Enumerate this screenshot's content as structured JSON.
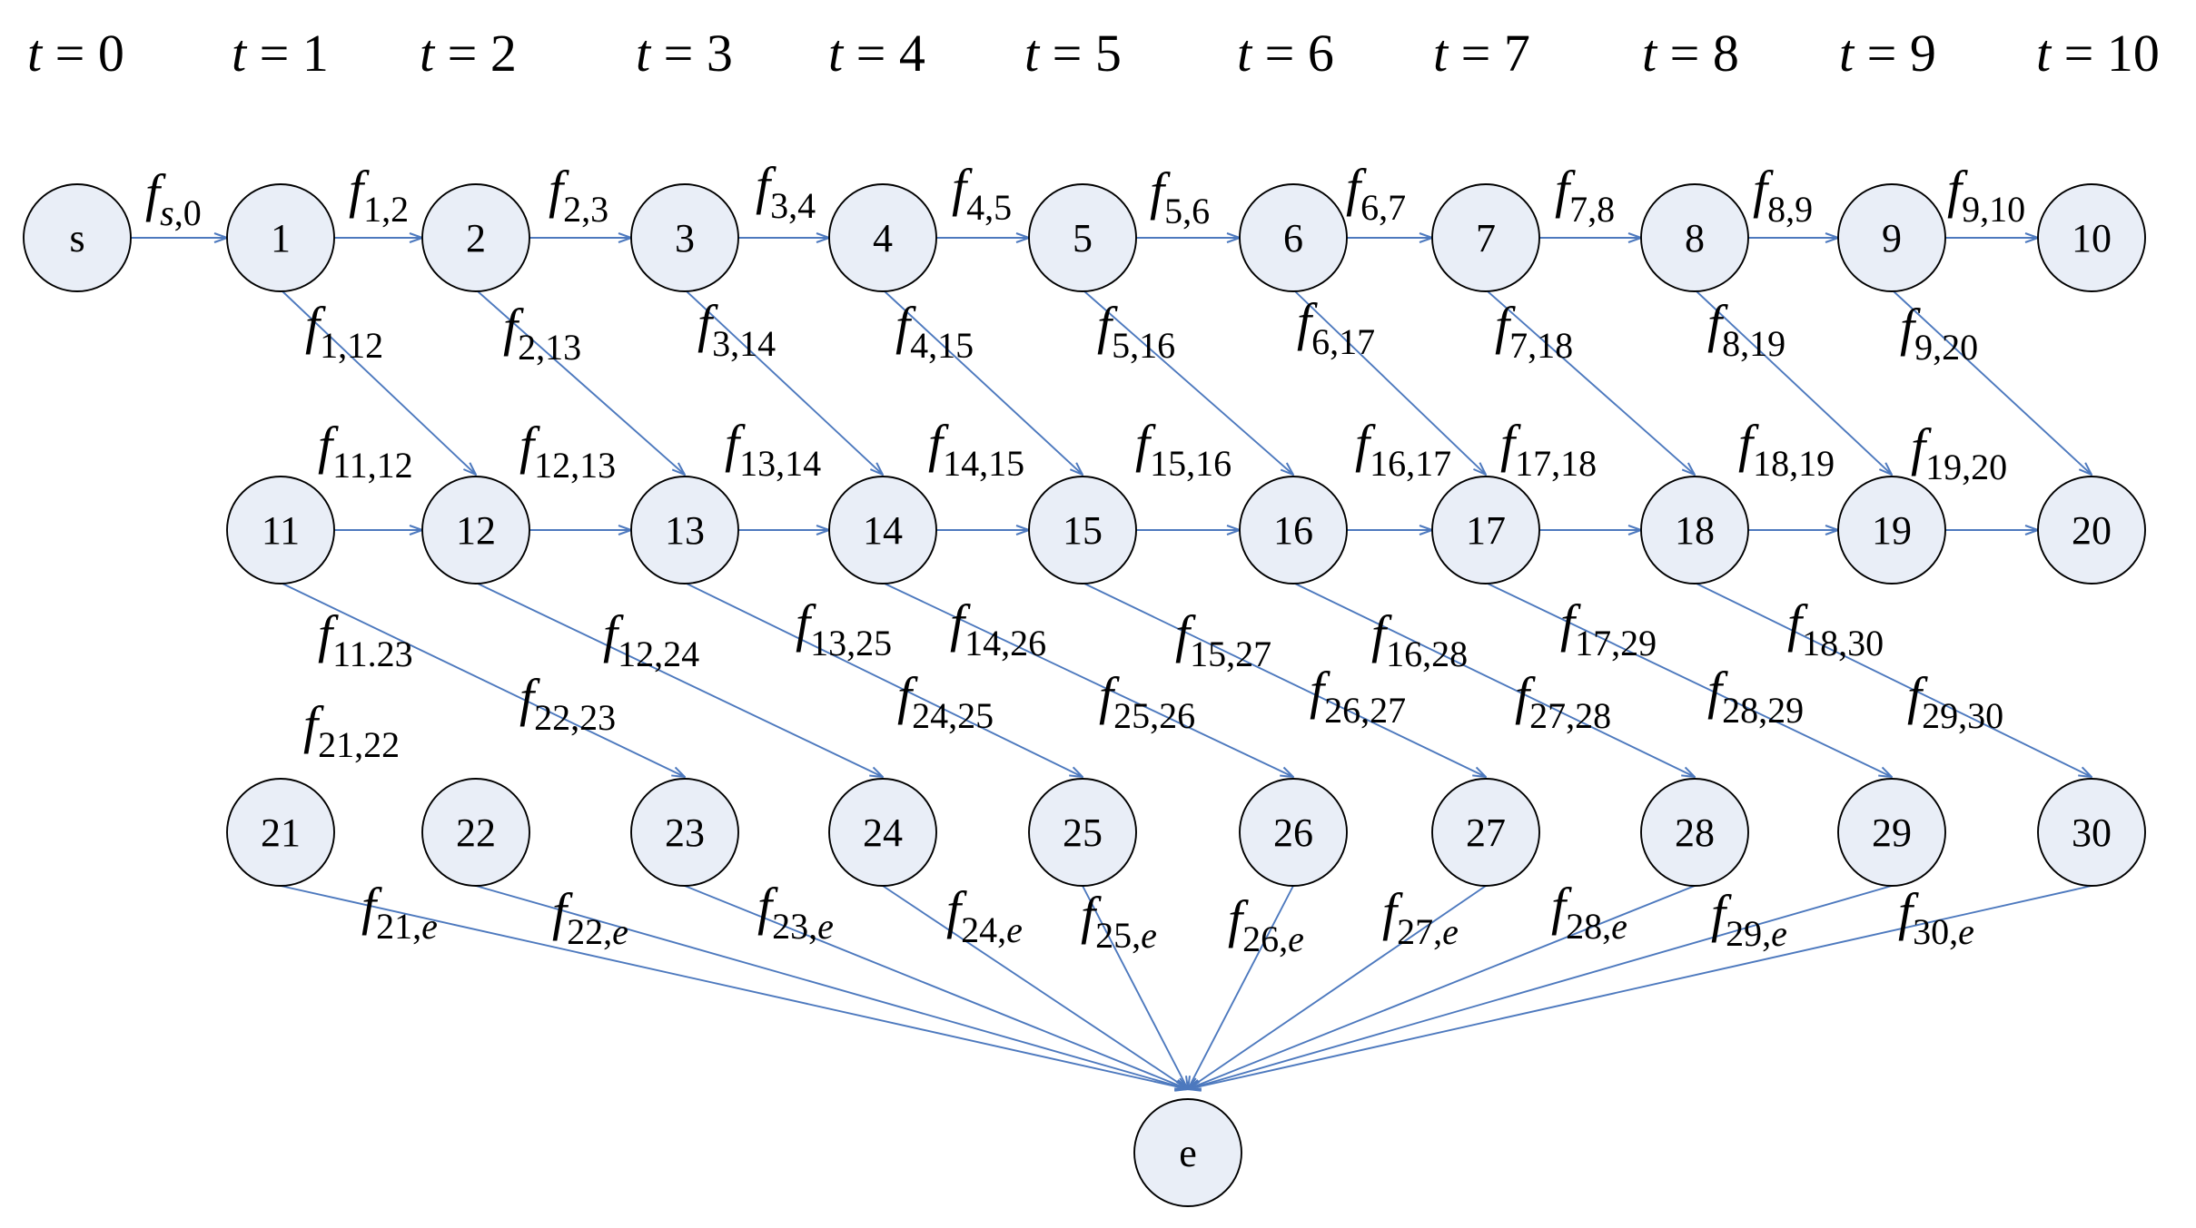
{
  "colors": {
    "node_fill": "#e9eef7",
    "node_stroke": "#000000",
    "edge": "#4d79be"
  },
  "time_labels": [
    {
      "var": "t",
      "op": "=",
      "val": "0"
    },
    {
      "var": "t",
      "op": "=",
      "val": "1"
    },
    {
      "var": "t",
      "op": "=",
      "val": "2"
    },
    {
      "var": "t",
      "op": "=",
      "val": "3"
    },
    {
      "var": "t",
      "op": "=",
      "val": "4"
    },
    {
      "var": "t",
      "op": "=",
      "val": "5"
    },
    {
      "var": "t",
      "op": "=",
      "val": "6"
    },
    {
      "var": "t",
      "op": "=",
      "val": "7"
    },
    {
      "var": "t",
      "op": "=",
      "val": "8"
    },
    {
      "var": "t",
      "op": "=",
      "val": "9"
    },
    {
      "var": "t",
      "op": "=",
      "val": "10"
    }
  ],
  "nodes": [
    "s",
    "1",
    "2",
    "3",
    "4",
    "5",
    "6",
    "7",
    "8",
    "9",
    "10",
    "11",
    "12",
    "13",
    "14",
    "15",
    "16",
    "17",
    "18",
    "19",
    "20",
    "21",
    "22",
    "23",
    "24",
    "25",
    "26",
    "27",
    "28",
    "29",
    "30",
    "e"
  ],
  "edges": [
    {
      "from": "s",
      "to": "1",
      "label": [
        [
          "s",
          1
        ],
        [
          ",0",
          0
        ]
      ]
    },
    {
      "from": "1",
      "to": "2",
      "label": [
        [
          "1,2",
          0
        ]
      ]
    },
    {
      "from": "2",
      "to": "3",
      "label": [
        [
          "2,3",
          0
        ]
      ]
    },
    {
      "from": "3",
      "to": "4",
      "label": [
        [
          "3,4",
          0
        ]
      ]
    },
    {
      "from": "4",
      "to": "5",
      "label": [
        [
          "4,5",
          0
        ]
      ]
    },
    {
      "from": "5",
      "to": "6",
      "label": [
        [
          "5,6",
          0
        ]
      ]
    },
    {
      "from": "6",
      "to": "7",
      "label": [
        [
          "6,7",
          0
        ]
      ]
    },
    {
      "from": "7",
      "to": "8",
      "label": [
        [
          "7,8",
          0
        ]
      ]
    },
    {
      "from": "8",
      "to": "9",
      "label": [
        [
          "8,9",
          0
        ]
      ]
    },
    {
      "from": "9",
      "to": "10",
      "label": [
        [
          "9,10",
          0
        ]
      ]
    },
    {
      "from": "1",
      "to": "12",
      "label": [
        [
          "1,12",
          0
        ]
      ]
    },
    {
      "from": "2",
      "to": "13",
      "label": [
        [
          "2,13",
          0
        ]
      ]
    },
    {
      "from": "3",
      "to": "14",
      "label": [
        [
          "3,14",
          0
        ]
      ]
    },
    {
      "from": "4",
      "to": "15",
      "label": [
        [
          "4,15",
          0
        ]
      ]
    },
    {
      "from": "5",
      "to": "16",
      "label": [
        [
          "5,16",
          0
        ]
      ]
    },
    {
      "from": "6",
      "to": "17",
      "label": [
        [
          "6,17",
          0
        ]
      ]
    },
    {
      "from": "7",
      "to": "18",
      "label": [
        [
          "7,18",
          0
        ]
      ]
    },
    {
      "from": "8",
      "to": "19",
      "label": [
        [
          "8,19",
          0
        ]
      ]
    },
    {
      "from": "9",
      "to": "20",
      "label": [
        [
          "9,20",
          0
        ]
      ]
    },
    {
      "from": "11",
      "to": "12",
      "label": [
        [
          "11,12",
          0
        ]
      ]
    },
    {
      "from": "12",
      "to": "13",
      "label": [
        [
          "12,13",
          0
        ]
      ]
    },
    {
      "from": "13",
      "to": "14",
      "label": [
        [
          "13,14",
          0
        ]
      ]
    },
    {
      "from": "14",
      "to": "15",
      "label": [
        [
          "14,15",
          0
        ]
      ]
    },
    {
      "from": "15",
      "to": "16",
      "label": [
        [
          "15,16",
          0
        ]
      ]
    },
    {
      "from": "16",
      "to": "17",
      "label": [
        [
          "16,17",
          0
        ]
      ]
    },
    {
      "from": "17",
      "to": "18",
      "label": [
        [
          "17,18",
          0
        ]
      ]
    },
    {
      "from": "18",
      "to": "19",
      "label": [
        [
          "18,19",
          0
        ]
      ]
    },
    {
      "from": "19",
      "to": "20",
      "label": [
        [
          "19,20",
          0
        ]
      ]
    },
    {
      "from": "11",
      "to": "23",
      "label": [
        [
          "11.23",
          0
        ]
      ]
    },
    {
      "from": "12",
      "to": "24",
      "label": [
        [
          "12,24",
          0
        ]
      ]
    },
    {
      "from": "13",
      "to": "25",
      "label": [
        [
          "13,25",
          0
        ]
      ]
    },
    {
      "from": "14",
      "to": "26",
      "label": [
        [
          "14,26",
          0
        ]
      ]
    },
    {
      "from": "15",
      "to": "27",
      "label": [
        [
          "15,27",
          0
        ]
      ]
    },
    {
      "from": "16",
      "to": "28",
      "label": [
        [
          "16,28",
          0
        ]
      ]
    },
    {
      "from": "17",
      "to": "29",
      "label": [
        [
          "17,29",
          0
        ]
      ]
    },
    {
      "from": "18",
      "to": "30",
      "label": [
        [
          "18,30",
          0
        ]
      ]
    },
    {
      "from": null,
      "to": null,
      "label": [
        [
          "21,22",
          0
        ]
      ]
    },
    {
      "from": null,
      "to": null,
      "label": [
        [
          "22,23",
          0
        ]
      ]
    },
    {
      "from": null,
      "to": null,
      "label": [
        [
          "24,25",
          0
        ]
      ]
    },
    {
      "from": null,
      "to": null,
      "label": [
        [
          "25,26",
          0
        ]
      ]
    },
    {
      "from": null,
      "to": null,
      "label": [
        [
          "26,27",
          0
        ]
      ]
    },
    {
      "from": null,
      "to": null,
      "label": [
        [
          "27,28",
          0
        ]
      ]
    },
    {
      "from": null,
      "to": null,
      "label": [
        [
          "28,29",
          0
        ]
      ]
    },
    {
      "from": null,
      "to": null,
      "label": [
        [
          "29,30",
          0
        ]
      ]
    },
    {
      "from": "21",
      "to": "e",
      "label": [
        [
          "21,",
          0
        ],
        [
          "e",
          1
        ]
      ]
    },
    {
      "from": "22",
      "to": "e",
      "label": [
        [
          "22,",
          0
        ],
        [
          "e",
          1
        ]
      ]
    },
    {
      "from": "23",
      "to": "e",
      "label": [
        [
          "23,",
          0
        ],
        [
          "e",
          1
        ]
      ]
    },
    {
      "from": "24",
      "to": "e",
      "label": [
        [
          "24,",
          0
        ],
        [
          "e",
          1
        ]
      ]
    },
    {
      "from": "25",
      "to": "e",
      "label": [
        [
          "25,",
          0
        ],
        [
          "e",
          1
        ]
      ]
    },
    {
      "from": "26",
      "to": "e",
      "label": [
        [
          "26,",
          0
        ],
        [
          "e",
          1
        ]
      ]
    },
    {
      "from": "27",
      "to": "e",
      "label": [
        [
          "27,",
          0
        ],
        [
          "e",
          1
        ]
      ]
    },
    {
      "from": "28",
      "to": "e",
      "label": [
        [
          "28,",
          0
        ],
        [
          "e",
          1
        ]
      ]
    },
    {
      "from": "29",
      "to": "e",
      "label": [
        [
          "29,",
          0
        ],
        [
          "e",
          1
        ]
      ]
    },
    {
      "from": "30",
      "to": "e",
      "label": [
        [
          "30,",
          0
        ],
        [
          "e",
          1
        ]
      ]
    }
  ]
}
